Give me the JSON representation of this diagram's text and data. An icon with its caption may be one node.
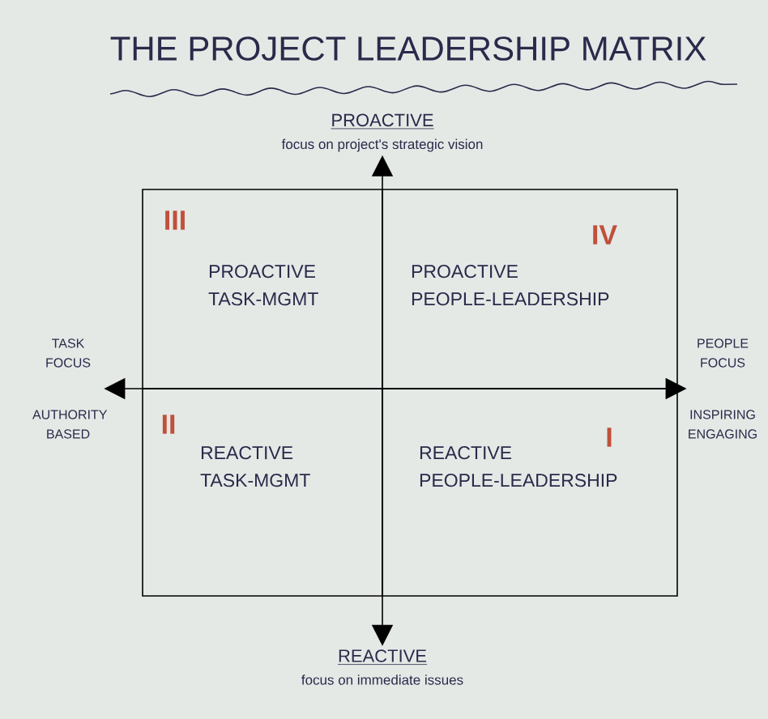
{
  "diagram": {
    "title": "THE PROJECT LEADERSHIP MATRIX",
    "nodes": [
      {
        "text": [
          "PROACTIVE",
          "focus on project's strategic vision"
        ]
      },
      {
        "text": [
          "III",
          "PROACTIVE",
          "TASK-MGMT"
        ]
      },
      {
        "text": [
          "IV",
          "PROACTIVE",
          "PEOPLE-LEADERSHIP"
        ]
      },
      {
        "text": [
          "TASK FOCUS",
          "AUTHORITY BASED"
        ]
      },
      {
        "text": [
          "PEOPLE FOCUS",
          "INSPIRING ENGAGING"
        ]
      },
      {
        "text": [
          "II",
          "REACTIVE",
          "TASK-MGMT"
        ]
      },
      {
        "text": [
          "I",
          "REACTIVE",
          "PEOPLE-LEADERSHIP"
        ]
      },
      {
        "text": [
          "REACTIVE",
          "focus on immediate issues"
        ]
      }
    ],
    "edges": [
      {
        "from": 7,
        "to": 0,
        "arrow": "both"
      },
      {
        "from": 3,
        "to": 4,
        "arrow": "both"
      }
    ]
  }
}
